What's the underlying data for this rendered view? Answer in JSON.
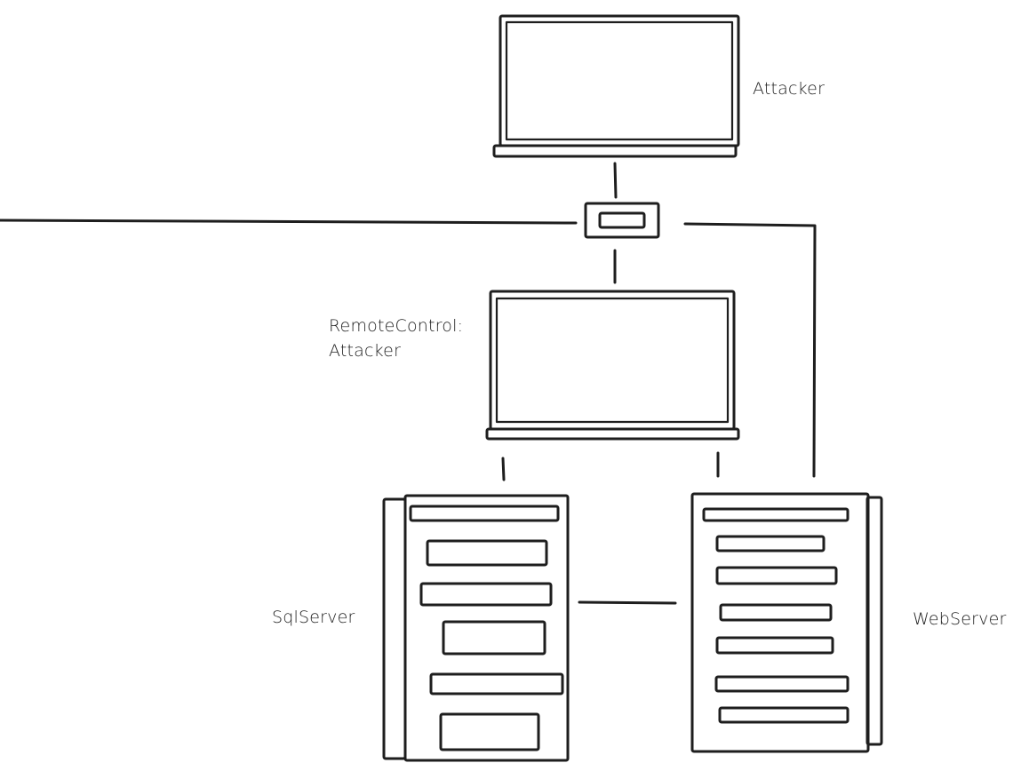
{
  "nodes": {
    "attacker": {
      "label": "Attacker"
    },
    "remote": {
      "label_line1": "RemoteControl:",
      "label_line2": "Attacker"
    },
    "sqlserver": {
      "label": "SqlServer"
    },
    "webserver": {
      "label": "WebServer"
    }
  },
  "colors": {
    "stroke": "#1e1e1e",
    "background": "#ffffff"
  },
  "icons": [
    "laptop-icon",
    "laptop-icon",
    "network-switch-icon",
    "server-icon",
    "server-icon"
  ]
}
